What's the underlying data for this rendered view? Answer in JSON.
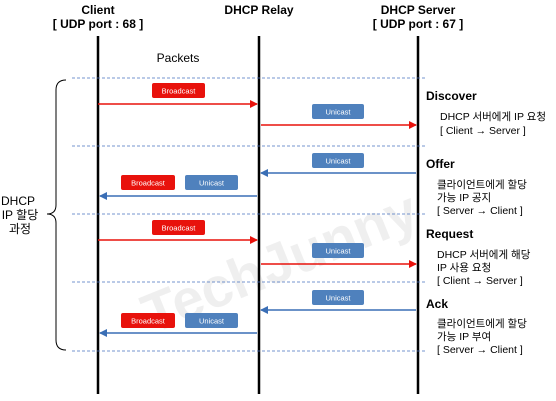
{
  "header": {
    "client_title": "Client",
    "client_port": "[ UDP port : 68 ]",
    "relay_title": "DHCP Relay",
    "server_title": "DHCP Server",
    "server_port": "[ UDP port : 67 ]"
  },
  "packets_label": "Packets",
  "process_label": [
    "DHCP",
    "IP 할당",
    "과정"
  ],
  "tags": {
    "broadcast": "Broadcast",
    "unicast": "Unicast"
  },
  "watermark": "TechJunny",
  "phases": [
    {
      "name": "Discover",
      "desc": [
        "DHCP 서버에게 IP 요청",
        "[ Client → Server ]"
      ]
    },
    {
      "name": "Offer",
      "desc": [
        "클라이언트에게 할당",
        "가능 IP 공지",
        "[ Server → Client ]"
      ]
    },
    {
      "name": "Request",
      "desc": [
        "DHCP 서버에게 해당",
        "IP 사용 요청",
        "[ Client → Server ]"
      ]
    },
    {
      "name": "Ack",
      "desc": [
        "클라이언트에게 할당",
        "가능 IP 부여",
        "[ Server → Client ]"
      ]
    }
  ],
  "colors": {
    "broadcast": "#e8120c",
    "unicast": "#4f81bd",
    "arrow_red": "#e8120c",
    "arrow_blue": "#3a6eb5",
    "separator": "#4a72c0"
  }
}
